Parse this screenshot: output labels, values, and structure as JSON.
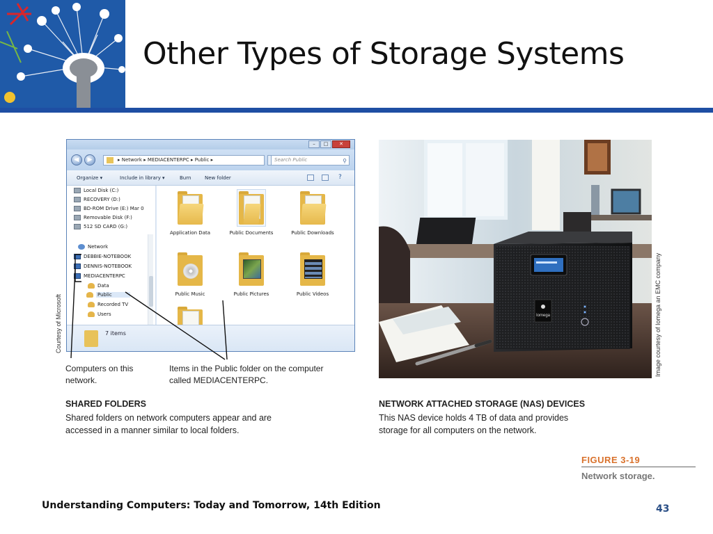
{
  "slide": {
    "title": "Other Types of Storage Systems",
    "footer": "Understanding Computers: Today and Tomorrow, 14th Edition",
    "page_number": "43"
  },
  "explorer": {
    "address_path": "▸ Network ▸ MEDIACENTERPC ▸ Public ▸",
    "search_placeholder": "Search Public",
    "toolbar": {
      "organize": "Organize ▾",
      "include_in_library": "Include in library ▾",
      "burn": "Burn",
      "new_folder": "New folder"
    },
    "nav_items": [
      {
        "label": "Local Disk (C:)",
        "icon": "drive-icon"
      },
      {
        "label": "RECOVERY (D:)",
        "icon": "drive-icon"
      },
      {
        "label": "BD-ROM Drive (E:) Mar 0",
        "icon": "drive-icon"
      },
      {
        "label": "Removable Disk (F:)",
        "icon": "drive-icon"
      },
      {
        "label": "512 SD CARD (G:)",
        "icon": "drive-icon"
      },
      {
        "label": "Network",
        "icon": "network-icon"
      },
      {
        "label": "DEBBIE-NOTEBOOK",
        "icon": "computer-icon"
      },
      {
        "label": "DENNIS-NOTEBOOK",
        "icon": "computer-icon"
      },
      {
        "label": "MEDIACENTERPC",
        "icon": "computer-icon"
      },
      {
        "label": "Data",
        "icon": "user-folder-icon"
      },
      {
        "label": "Public",
        "icon": "user-folder-icon"
      },
      {
        "label": "Recorded TV",
        "icon": "user-folder-icon"
      },
      {
        "label": "Users",
        "icon": "user-folder-icon"
      }
    ],
    "folders": [
      {
        "label": "Application Data",
        "icon": "folder-icon"
      },
      {
        "label": "Public Documents",
        "icon": "folder-documents-icon"
      },
      {
        "label": "Public Downloads",
        "icon": "folder-downloads-icon"
      },
      {
        "label": "Public Music",
        "icon": "folder-music-icon"
      },
      {
        "label": "Public Pictures",
        "icon": "folder-pictures-icon"
      },
      {
        "label": "Public Videos",
        "icon": "folder-videos-icon"
      }
    ],
    "status": "7 items"
  },
  "credits": {
    "left": "Courtesy of Microsoft",
    "right": "Image courtesy of Iomega an EMC company"
  },
  "callouts": {
    "computers": "Computers on this network.",
    "items": "Items in the Public folder on the computer called MEDIACENTERPC."
  },
  "captions": {
    "shared_head": "SHARED FOLDERS",
    "shared_body": "Shared folders on network computers appear and are accessed in a manner similar to local folders.",
    "nas_head": "NETWORK ATTACHED STORAGE (NAS) DEVICES",
    "nas_body": "This NAS device holds 4 TB of data and provides storage for all computers on the network."
  },
  "figure": {
    "label": "FIGURE 3-19",
    "caption": "Network storage."
  },
  "nas_device": {
    "brand": "Iomega"
  }
}
